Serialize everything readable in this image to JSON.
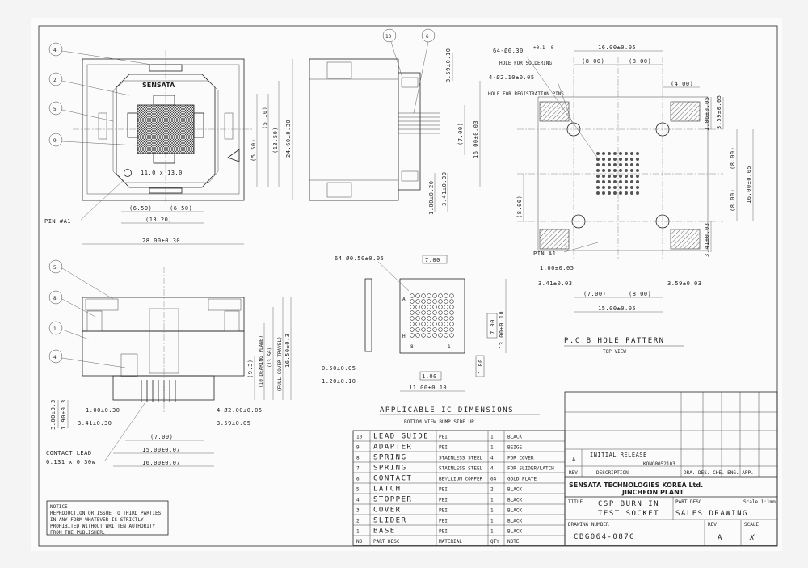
{
  "top_view": {
    "body_label": "SENSATA",
    "size_label": "11.0 x 13.0",
    "pin_a1_label": "PIN #A1",
    "balloons": [
      "4",
      "2",
      "5",
      "9"
    ],
    "dims": {
      "d65": "(6.50)",
      "d65b": "(6.50)",
      "d1320": "(13.20)",
      "d2800": "28.00±0.30",
      "v550": "(5.50)",
      "v510": "(5.10)",
      "v1350": "(13.50)",
      "v2460": "24.60±0.30"
    }
  },
  "side_view": {
    "balloons": [
      "10",
      "6"
    ],
    "dims": {
      "v359": "3.59±0.10",
      "v700": "(7.00)",
      "v1600": "16.00±0.03",
      "v100": "1.00±0.20",
      "v341": "3.41±0.30"
    }
  },
  "pcb": {
    "title": "P.C.B HOLE PATTERN",
    "subtitle": "TOP VIEW",
    "hole_note_1": "64-Ø0.30",
    "hole_note_1_sup": "+0.1 -0",
    "hole_note_1b": "HOLE FOR SOLDERING",
    "hole_note_2": "4-Ø2.10±0.05",
    "hole_note_2b": "HOLE FOR REGISTRATION PINS",
    "pin_a1": "PIN A1",
    "dims": {
      "h1600": "16.00±0.05",
      "h800a": "(8.00)",
      "h800b": "(8.00)",
      "h400": "(4.00)",
      "v106": "1.06±0.05",
      "v359": "3.59±0.05",
      "v1600": "16.00±0.05",
      "v800a": "(8.00)",
      "v800b": "(8.00)",
      "v800c": "(8.00)",
      "v341": "3.41±0.03",
      "b100": "1.00±0.05",
      "b341": "3.41±0.03",
      "b359": "3.59±0.03",
      "b700": "(7.00)",
      "b800": "(8.00)",
      "b1500": "15.00±0.05"
    }
  },
  "section_view": {
    "balloons": [
      "5",
      "8",
      "1",
      "4"
    ],
    "contact_lead": "CONTACT LEAD",
    "contact_size": "0.131 x 0.30w",
    "dims": {
      "v300": "3.00±0.3",
      "v190": "1.90±0.3",
      "h100": "1.00±0.30",
      "h341": "3.41±0.30",
      "h200": "4-Ø2.00±0.05",
      "h359": "3.59±0.05",
      "h700": "(7.00)",
      "h1500": "15.00±0.07",
      "h1600": "16.00±0.07",
      "v93": "(9.3)",
      "v1050": "(10 DEARING PLANE)",
      "v1350": "(13.50)",
      "v1580": "16.50±0.3",
      "vtravel": "(FULL COVER TRAVEL)"
    }
  },
  "ic": {
    "title": "APPLICABLE IC DIMENSIONS",
    "subtitle": "BOTTOM VIEW BUMP SIDE UP",
    "ball_note": "64 Ø0.50±0.05",
    "row_a": "A",
    "row_h": "H",
    "col_8": "8",
    "col_1": "1",
    "dims": {
      "top700": "7.00",
      "v700": "7.00",
      "v1300": "13.00±0.10",
      "v100": "1.00",
      "h100": "1.00",
      "h1100": "11.00±0.10",
      "s050": "0.50±0.05",
      "s120": "1.20±0.10"
    }
  },
  "notice": {
    "lines": [
      "NOTICE:",
      "REPRODUCTION OR ISSUE TO THIRD PARTIES",
      "IN ANY FORM WHATEVER IS STRICTLY",
      "PROHIBITED WITHOUT WRITTEN AUTHORITY",
      "FROM THE PUBLISHER."
    ]
  },
  "bom": {
    "headers": [
      "NO",
      "PART DESC",
      "MATERIAL",
      "QTY",
      "NOTE"
    ],
    "rows": [
      [
        "10",
        "LEAD GUIDE",
        "PEI",
        "1",
        "BLACK"
      ],
      [
        "9",
        "ADAPTER",
        "PEI",
        "1",
        "BEIGE"
      ],
      [
        "8",
        "SPRING",
        "STAINLESS STEEL",
        "4",
        "FOR COVER"
      ],
      [
        "7",
        "SPRING",
        "STAINLESS STEEL",
        "4",
        "FOR SLIDER/LATCH"
      ],
      [
        "6",
        "CONTACT",
        "BEYLLIUM COPPER",
        "64",
        "GOLD PLATE"
      ],
      [
        "5",
        "LATCH",
        "PEI",
        "2",
        "BLACK"
      ],
      [
        "4",
        "STOPPER",
        "PEI",
        "1",
        "BLACK"
      ],
      [
        "3",
        "COVER",
        "PEI",
        "1",
        "BLACK"
      ],
      [
        "2",
        "SLIDER",
        "PEI",
        "1",
        "BLACK"
      ],
      [
        "1",
        "BASE",
        "PEI",
        "1",
        "BLACK"
      ]
    ]
  },
  "title_block": {
    "rev_letter": "A",
    "initial_release": "INITIAL RELEASE",
    "dcn": "KONG0052103",
    "rev_label": "REV.",
    "description_label": "DESCRIPTION",
    "approvals": "DRA. DES. CHE. ENG. APP.",
    "company": "SENSATA TECHNOLOGIES KOREA Ltd.",
    "plant": "JINCHEON PLANT",
    "title_label": "TITLE",
    "title_1": "CSP BURN IN",
    "title_2": "TEST SOCKET",
    "part_desc_label": "PART DESC.",
    "part_desc": "SALES DRAWING",
    "unit_note": "Scale 1:1mm",
    "drawing_number_label": "DRAWING NUMBER",
    "drawing_number": "CBG064-087G",
    "rev2_label": "REV.",
    "rev2": "A",
    "scale_label": "SCALE",
    "scale": "X"
  }
}
